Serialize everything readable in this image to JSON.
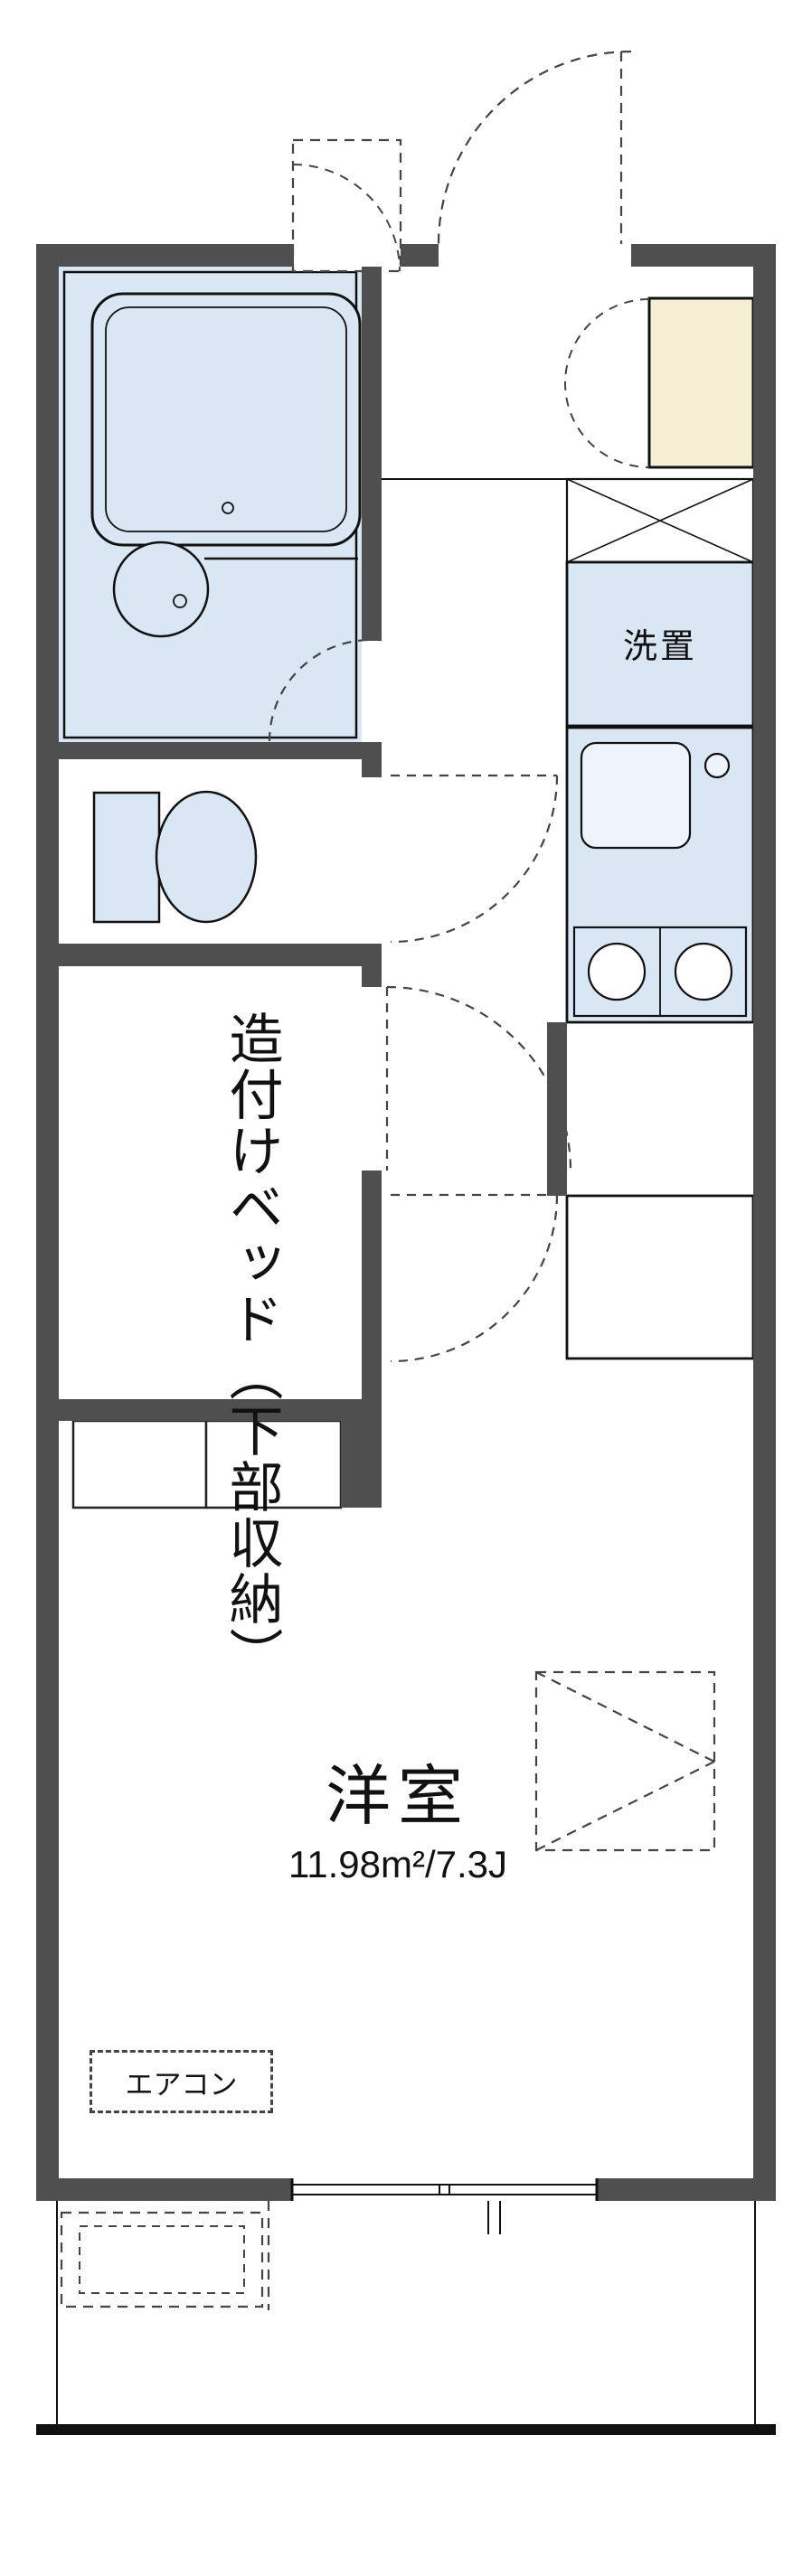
{
  "title": "apartment-floor-plan",
  "labels": {
    "laundry": "洗置",
    "built_in_bed": "造付けベッド（下部収納）",
    "main_room": "洋室",
    "main_room_size": "11.98m²/7.3J",
    "aircon": "エアコン"
  },
  "colors": {
    "wall": "#4f4f4f",
    "fixture_fill": "#d9e6f4",
    "fixture_fill_light": "#eef4fb",
    "shoe_cabinet_fill": "#f7eed6",
    "line": "#111111",
    "dash_line": "#444444"
  }
}
